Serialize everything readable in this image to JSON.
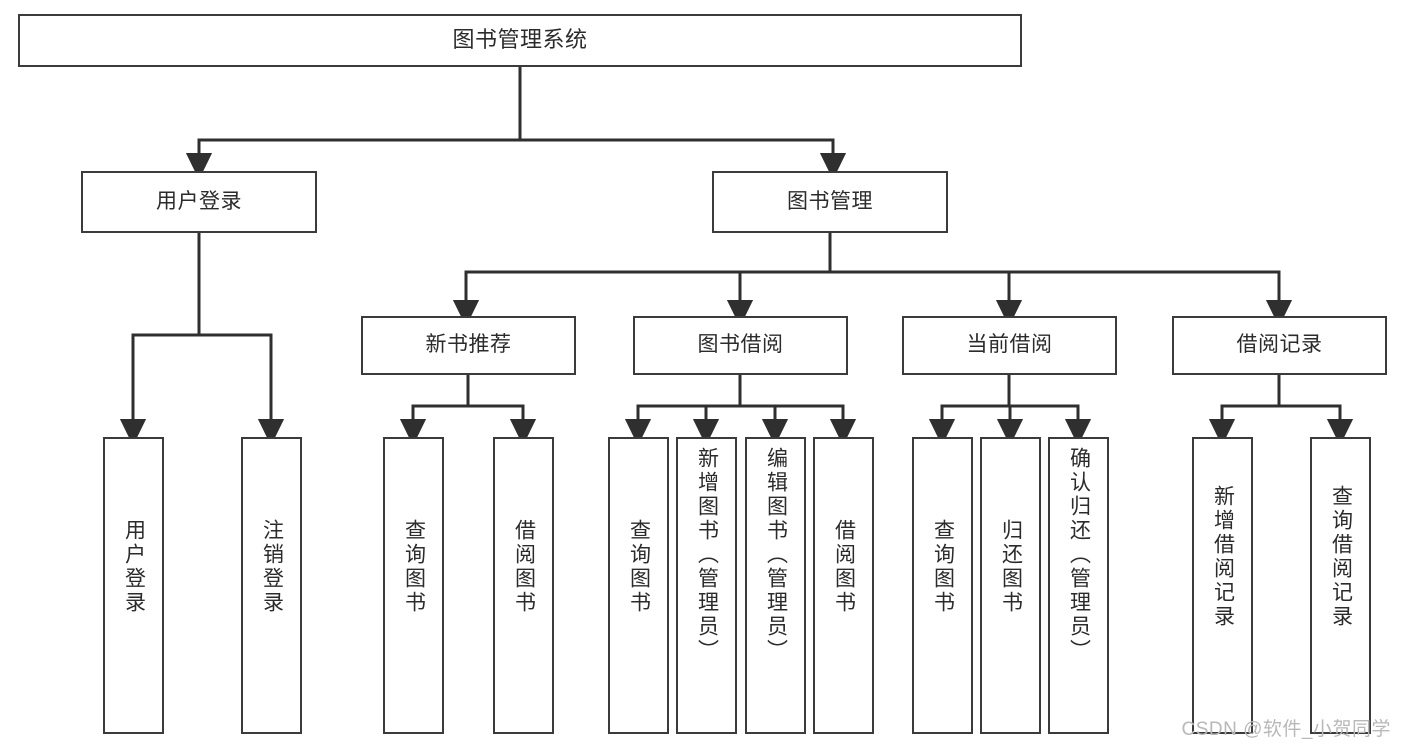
{
  "diagram": {
    "title": "图书管理系统",
    "type": "tree-hierarchy-diagram",
    "root": {
      "id": "root",
      "label": "图书管理系统"
    },
    "level2": [
      {
        "id": "user-login",
        "label": "用户登录"
      },
      {
        "id": "book-management",
        "label": "图书管理"
      }
    ],
    "level3": [
      {
        "id": "new-book-recommend",
        "label": "新书推荐",
        "parent": "book-management"
      },
      {
        "id": "book-borrow",
        "label": "图书借阅",
        "parent": "book-management"
      },
      {
        "id": "current-borrow",
        "label": "当前借阅",
        "parent": "book-management"
      },
      {
        "id": "borrow-record",
        "label": "借阅记录",
        "parent": "book-management"
      }
    ],
    "leaves": [
      {
        "id": "leaf-user-login",
        "label": "用户登录",
        "parent": "user-login"
      },
      {
        "id": "leaf-logout-login",
        "label": "注销登录",
        "parent": "user-login"
      },
      {
        "id": "leaf-query-book-1",
        "label": "查询图书",
        "parent": "new-book-recommend"
      },
      {
        "id": "leaf-borrow-book-1",
        "label": "借阅图书",
        "parent": "new-book-recommend"
      },
      {
        "id": "leaf-query-book-2",
        "label": "查询图书",
        "parent": "book-borrow"
      },
      {
        "id": "leaf-add-book",
        "label": "新增图书（管理员）",
        "parent": "book-borrow"
      },
      {
        "id": "leaf-edit-book",
        "label": "编辑图书（管理员）",
        "parent": "book-borrow"
      },
      {
        "id": "leaf-borrow-book-2",
        "label": "借阅图书",
        "parent": "book-borrow"
      },
      {
        "id": "leaf-query-book-3",
        "label": "查询图书",
        "parent": "current-borrow"
      },
      {
        "id": "leaf-return-book",
        "label": "归还图书",
        "parent": "current-borrow"
      },
      {
        "id": "leaf-confirm-return",
        "label": "确认归还（管理员）",
        "parent": "current-borrow"
      },
      {
        "id": "leaf-add-record",
        "label": "新增借阅记录",
        "parent": "borrow-record"
      },
      {
        "id": "leaf-query-record",
        "label": "查询借阅记录",
        "parent": "borrow-record"
      }
    ],
    "colors": {
      "box_border": "#3b3b3b",
      "box_fill": "#ffffff",
      "edge": "#2f2f2f",
      "text": "#2b2b2b",
      "watermark": "#b8b8b8",
      "background": "#ffffff"
    }
  },
  "watermark": {
    "text": "CSDN @软件_小贺同学"
  }
}
